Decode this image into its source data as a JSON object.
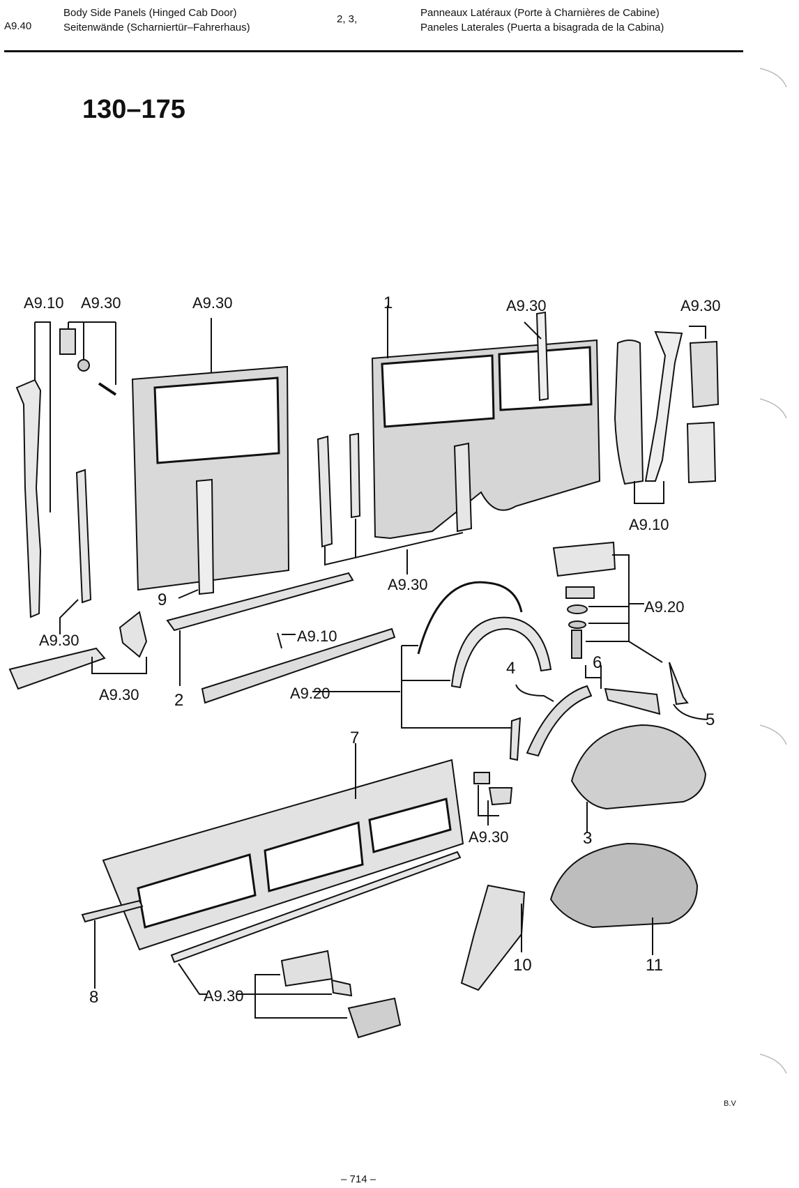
{
  "header": {
    "section": "A9.40",
    "title_en": "Body Side Panels (Hinged Cab Door)",
    "title_de": "Seitenwände (Scharniertür–Fahrerhaus)",
    "pages": "2, 3,",
    "title_fr": "Panneaux Latéraux (Porte à Charnières de Cabine)",
    "title_es": "Paneles Laterales (Puerta a bisagrada de la Cabina)"
  },
  "model": "130–175",
  "refs": {
    "a910": "A9.10",
    "a920": "A9.20",
    "a930": "A9.30"
  },
  "callouts": [
    "1",
    "2",
    "3",
    "4",
    "5",
    "6",
    "7",
    "8",
    "9",
    "10",
    "11"
  ],
  "footer": {
    "code": "B.V",
    "page_number": "– 714 –"
  }
}
